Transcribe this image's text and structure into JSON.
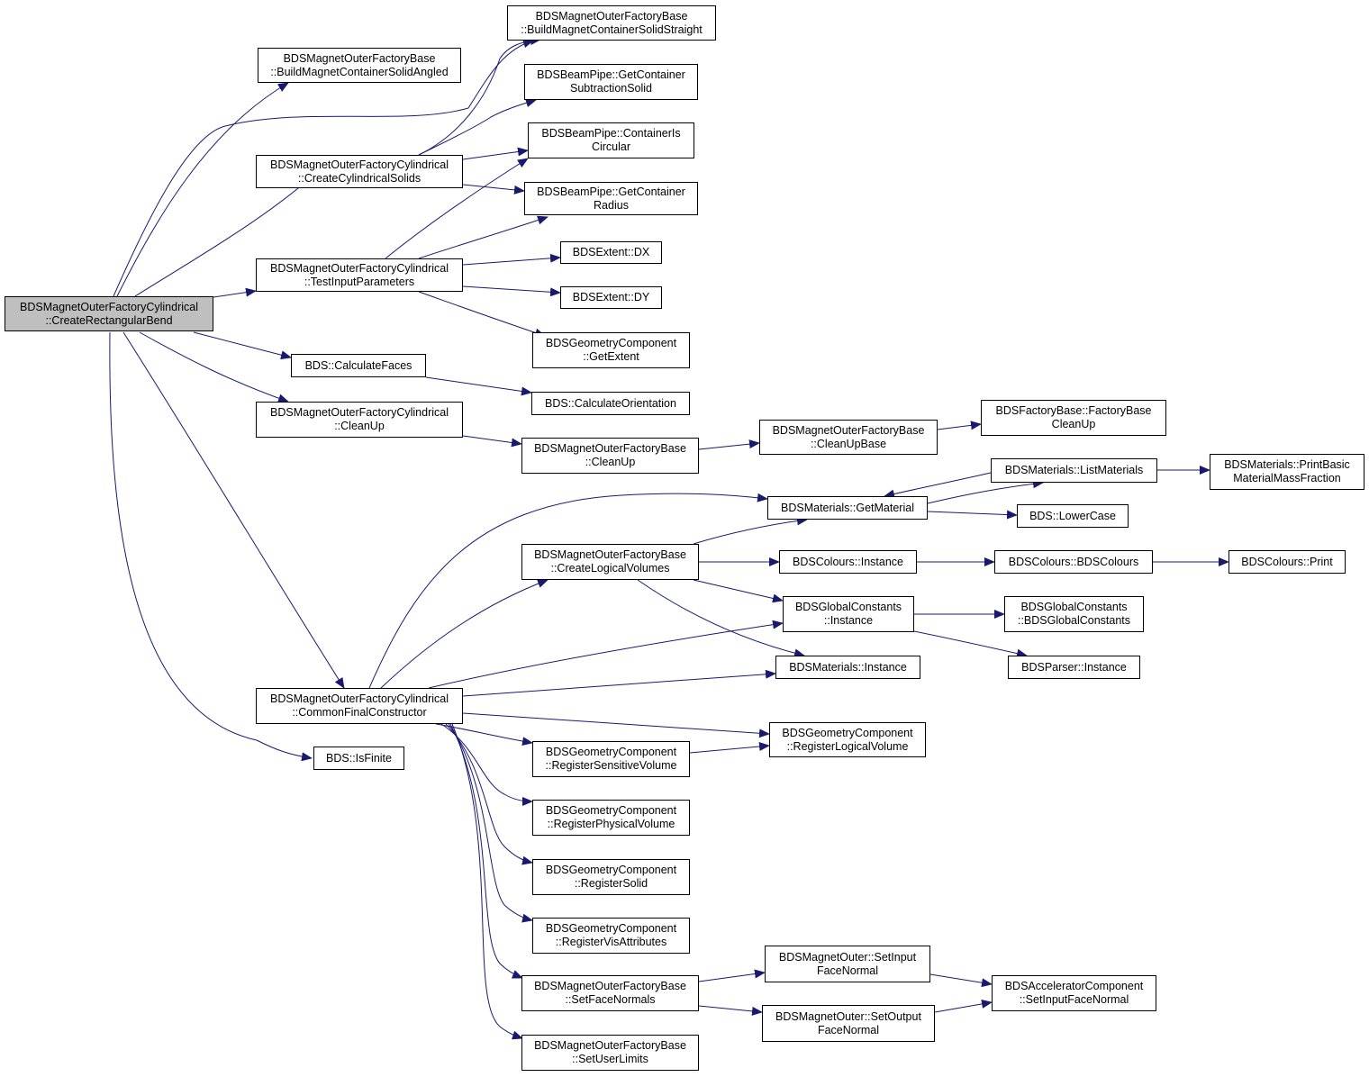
{
  "colors": {
    "edge": "#191970",
    "root_fill": "#bfbfbf",
    "node_fill": "#ffffff",
    "border": "#000000"
  },
  "nodes": {
    "root": [
      "BDSMagnetOuterFactoryCylindrical",
      "::CreateRectangularBend"
    ],
    "build_angled": [
      "BDSMagnetOuterFactoryBase",
      "::BuildMagnetContainerSolidAngled"
    ],
    "build_straight": [
      "BDSMagnetOuterFactoryBase",
      "::BuildMagnetContainerSolidStraight"
    ],
    "create_cyl": [
      "BDSMagnetOuterFactoryCylindrical",
      "::CreateCylindricalSolids"
    ],
    "get_sub": [
      "BDSBeamPipe::GetContainer",
      "SubtractionSolid"
    ],
    "is_circ": [
      "BDSBeamPipe::ContainerIs",
      "Circular"
    ],
    "get_rad": [
      "BDSBeamPipe::GetContainer",
      "Radius"
    ],
    "test_input": [
      "BDSMagnetOuterFactoryCylindrical",
      "::TestInputParameters"
    ],
    "dx": [
      "BDSExtent::DX"
    ],
    "dy": [
      "BDSExtent::DY"
    ],
    "get_extent": [
      "BDSGeometryComponent",
      "::GetExtent"
    ],
    "calc_faces": [
      "BDS::CalculateFaces"
    ],
    "calc_orient": [
      "BDS::CalculateOrientation"
    ],
    "cleanup_cyl": [
      "BDSMagnetOuterFactoryCylindrical",
      "::CleanUp"
    ],
    "cleanup_base": [
      "BDSMagnetOuterFactoryBase",
      "::CleanUp"
    ],
    "cleanup_base2": [
      "BDSMagnetOuterFactoryBase",
      "::CleanUpBase"
    ],
    "factory_cleanup": [
      "BDSFactoryBase::FactoryBase",
      "CleanUp"
    ],
    "list_mat": [
      "BDSMaterials::ListMaterials"
    ],
    "print_basic": [
      "BDSMaterials::PrintBasic",
      "MaterialMassFraction"
    ],
    "get_mat": [
      "BDSMaterials::GetMaterial"
    ],
    "lower": [
      "BDS::LowerCase"
    ],
    "create_log": [
      "BDSMagnetOuterFactoryBase",
      "::CreateLogicalVolumes"
    ],
    "colours_inst": [
      "BDSColours::Instance"
    ],
    "colours_ctor": [
      "BDSColours::BDSColours"
    ],
    "colours_print": [
      "BDSColours::Print"
    ],
    "global_inst": [
      "BDSGlobalConstants",
      "::Instance"
    ],
    "global_ctor": [
      "BDSGlobalConstants",
      "::BDSGlobalConstants"
    ],
    "mat_inst": [
      "BDSMaterials::Instance"
    ],
    "parser_inst": [
      "BDSParser::Instance"
    ],
    "common_final": [
      "BDSMagnetOuterFactoryCylindrical",
      "::CommonFinalConstructor"
    ],
    "reg_log": [
      "BDSGeometryComponent",
      "::RegisterLogicalVolume"
    ],
    "is_finite": [
      "BDS::IsFinite"
    ],
    "reg_sens": [
      "BDSGeometryComponent",
      "::RegisterSensitiveVolume"
    ],
    "reg_phys": [
      "BDSGeometryComponent",
      "::RegisterPhysicalVolume"
    ],
    "reg_solid": [
      "BDSGeometryComponent",
      "::RegisterSolid"
    ],
    "reg_vis": [
      "BDSGeometryComponent",
      "::RegisterVisAttributes"
    ],
    "set_in": [
      "BDSMagnetOuter::SetInput",
      "FaceNormal"
    ],
    "set_face": [
      "BDSMagnetOuterFactoryBase",
      "::SetFaceNormals"
    ],
    "set_out": [
      "BDSMagnetOuter::SetOutput",
      "FaceNormal"
    ],
    "acc_set": [
      "BDSAcceleratorComponent",
      "::SetInputFaceNormal"
    ],
    "user_limits": [
      "BDSMagnetOuterFactoryBase",
      "::SetUserLimits"
    ]
  }
}
